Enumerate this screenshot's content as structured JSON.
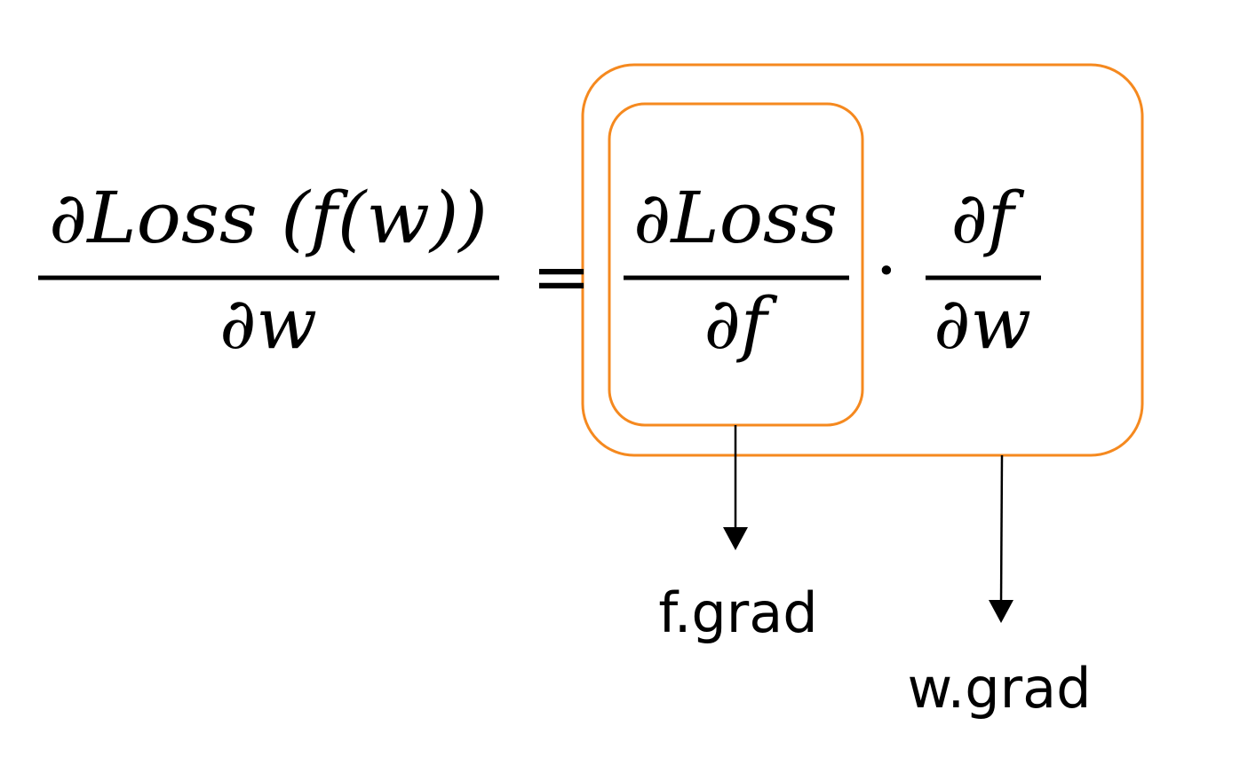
{
  "equation": {
    "lhs_numerator": "∂Loss (f(w))",
    "lhs_denominator": "∂w",
    "equals": "=",
    "rhs_first_numerator": "∂Loss",
    "rhs_first_denominator": "∂f",
    "multiply": "·",
    "rhs_second_numerator": "∂f",
    "rhs_second_denominator": "∂w"
  },
  "labels": {
    "inner": "f.grad",
    "outer": "w.grad"
  },
  "colors": {
    "box": "#f5891f",
    "text": "#000000"
  }
}
